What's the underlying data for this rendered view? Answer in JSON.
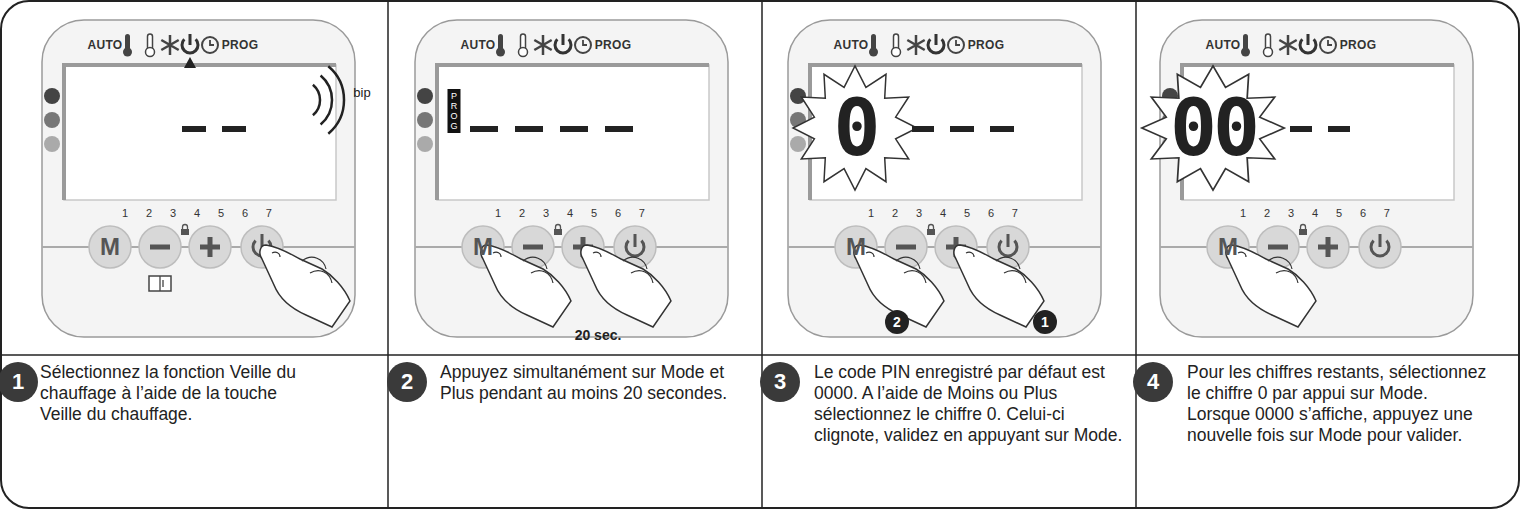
{
  "diagram": {
    "nodes": [
      {
        "text": [
          "Sélectionnez la fonction Veille du chauffage à l’aide de la touche Veille du chauffage."
        ]
      },
      {
        "text": [
          "Appuyez simultanément sur Mode et Plus pendant au moins 20 secondes."
        ]
      },
      {
        "text": [
          "Le code PIN enregistré par défaut est 0000. A l’aide de Moins ou Plus sélectionnez le chiffre 0. Celui-ci clignote, validez en appuyant sur Mode."
        ]
      },
      {
        "text": [
          "Pour les chiffres restants, sélectionnez le chiffre 0 par appui sur Mode. Lorsque 0000 s’affiche, appuyez une nouvelle fois sur Mode pour valider."
        ]
      }
    ],
    "labels": [
      "AUTO",
      "PROG",
      "1 2 3 4 5 6 7",
      "M",
      "bip",
      "1",
      "AUTO",
      "PROG",
      "PROG",
      "1 2 3 4 5 6 7",
      "M",
      "20 sec.",
      "2",
      "AUTO",
      "PROG",
      "0",
      "1 2 3 4 5 6 7",
      "M",
      "2",
      "1",
      "3",
      "AUTO",
      "PROG",
      "00",
      "1 2 3 4 5 6 7",
      "M",
      "4"
    ]
  }
}
